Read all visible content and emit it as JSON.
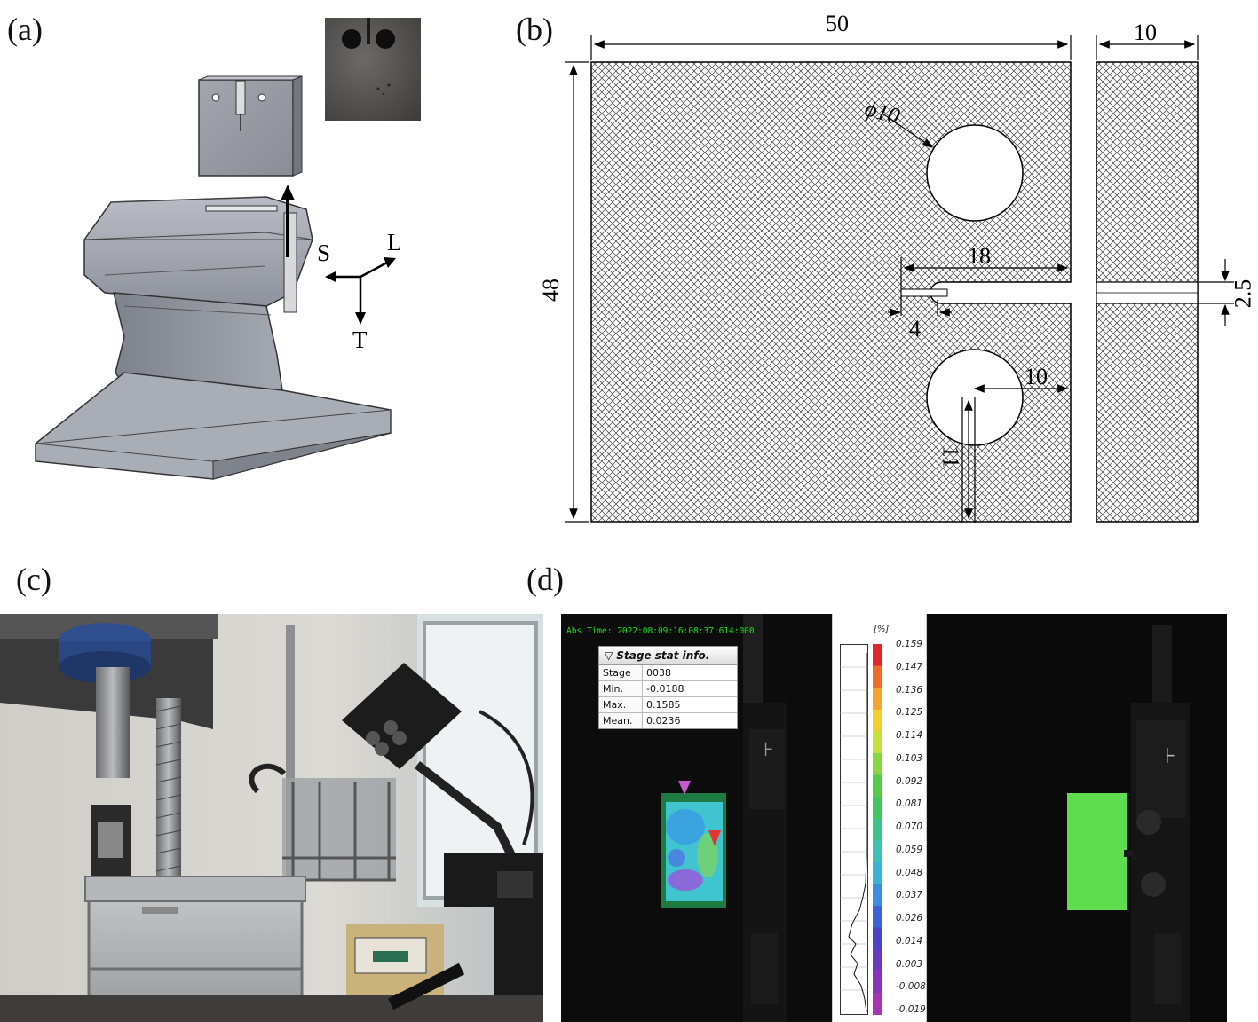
{
  "panels": {
    "a": {
      "label": "(a)",
      "axes": {
        "s": "S",
        "l": "L",
        "t": "T"
      }
    },
    "b": {
      "label": "(b)",
      "dims": {
        "width": "50",
        "thickness": "10",
        "height": "48",
        "hole_diameter": "ϕ10",
        "notch_length": "18",
        "notch_tip": "4",
        "notch_width": "2.5",
        "hole_offset_x": "10",
        "hole_offset_y": "11"
      }
    },
    "c": {
      "label": "(c)"
    },
    "d": {
      "label": "(d)",
      "abs_time": "Abs Time: 2022:08:09:16:08:37:614:000",
      "stat_title": "Stage stat info.",
      "stats": [
        {
          "key": "Stage",
          "value": "0038"
        },
        {
          "key": "Min.",
          "value": "-0.0188"
        },
        {
          "key": "Max.",
          "value": "0.1585"
        },
        {
          "key": "Mean.",
          "value": "0.0236"
        }
      ],
      "scale_unit": "[%]",
      "scale_ticks": [
        "0.159",
        "0.147",
        "0.136",
        "0.125",
        "0.114",
        "0.103",
        "0.092",
        "0.081",
        "0.070",
        "0.059",
        "0.048",
        "0.037",
        "0.026",
        "0.014",
        "0.003",
        "-0.008",
        "-0.019"
      ],
      "scale_colors": [
        "#e3262b",
        "#f06a28",
        "#f5a32a",
        "#f2cf2e",
        "#c8e03a",
        "#88d941",
        "#55cc46",
        "#3fc75a",
        "#3cc488",
        "#3cc1b4",
        "#3ab4d6",
        "#3a8ee0",
        "#3a63d8",
        "#4a45c8",
        "#6a38bc",
        "#8a33b8",
        "#a833b4"
      ],
      "colors": {
        "grid": "#00ff00"
      }
    }
  }
}
